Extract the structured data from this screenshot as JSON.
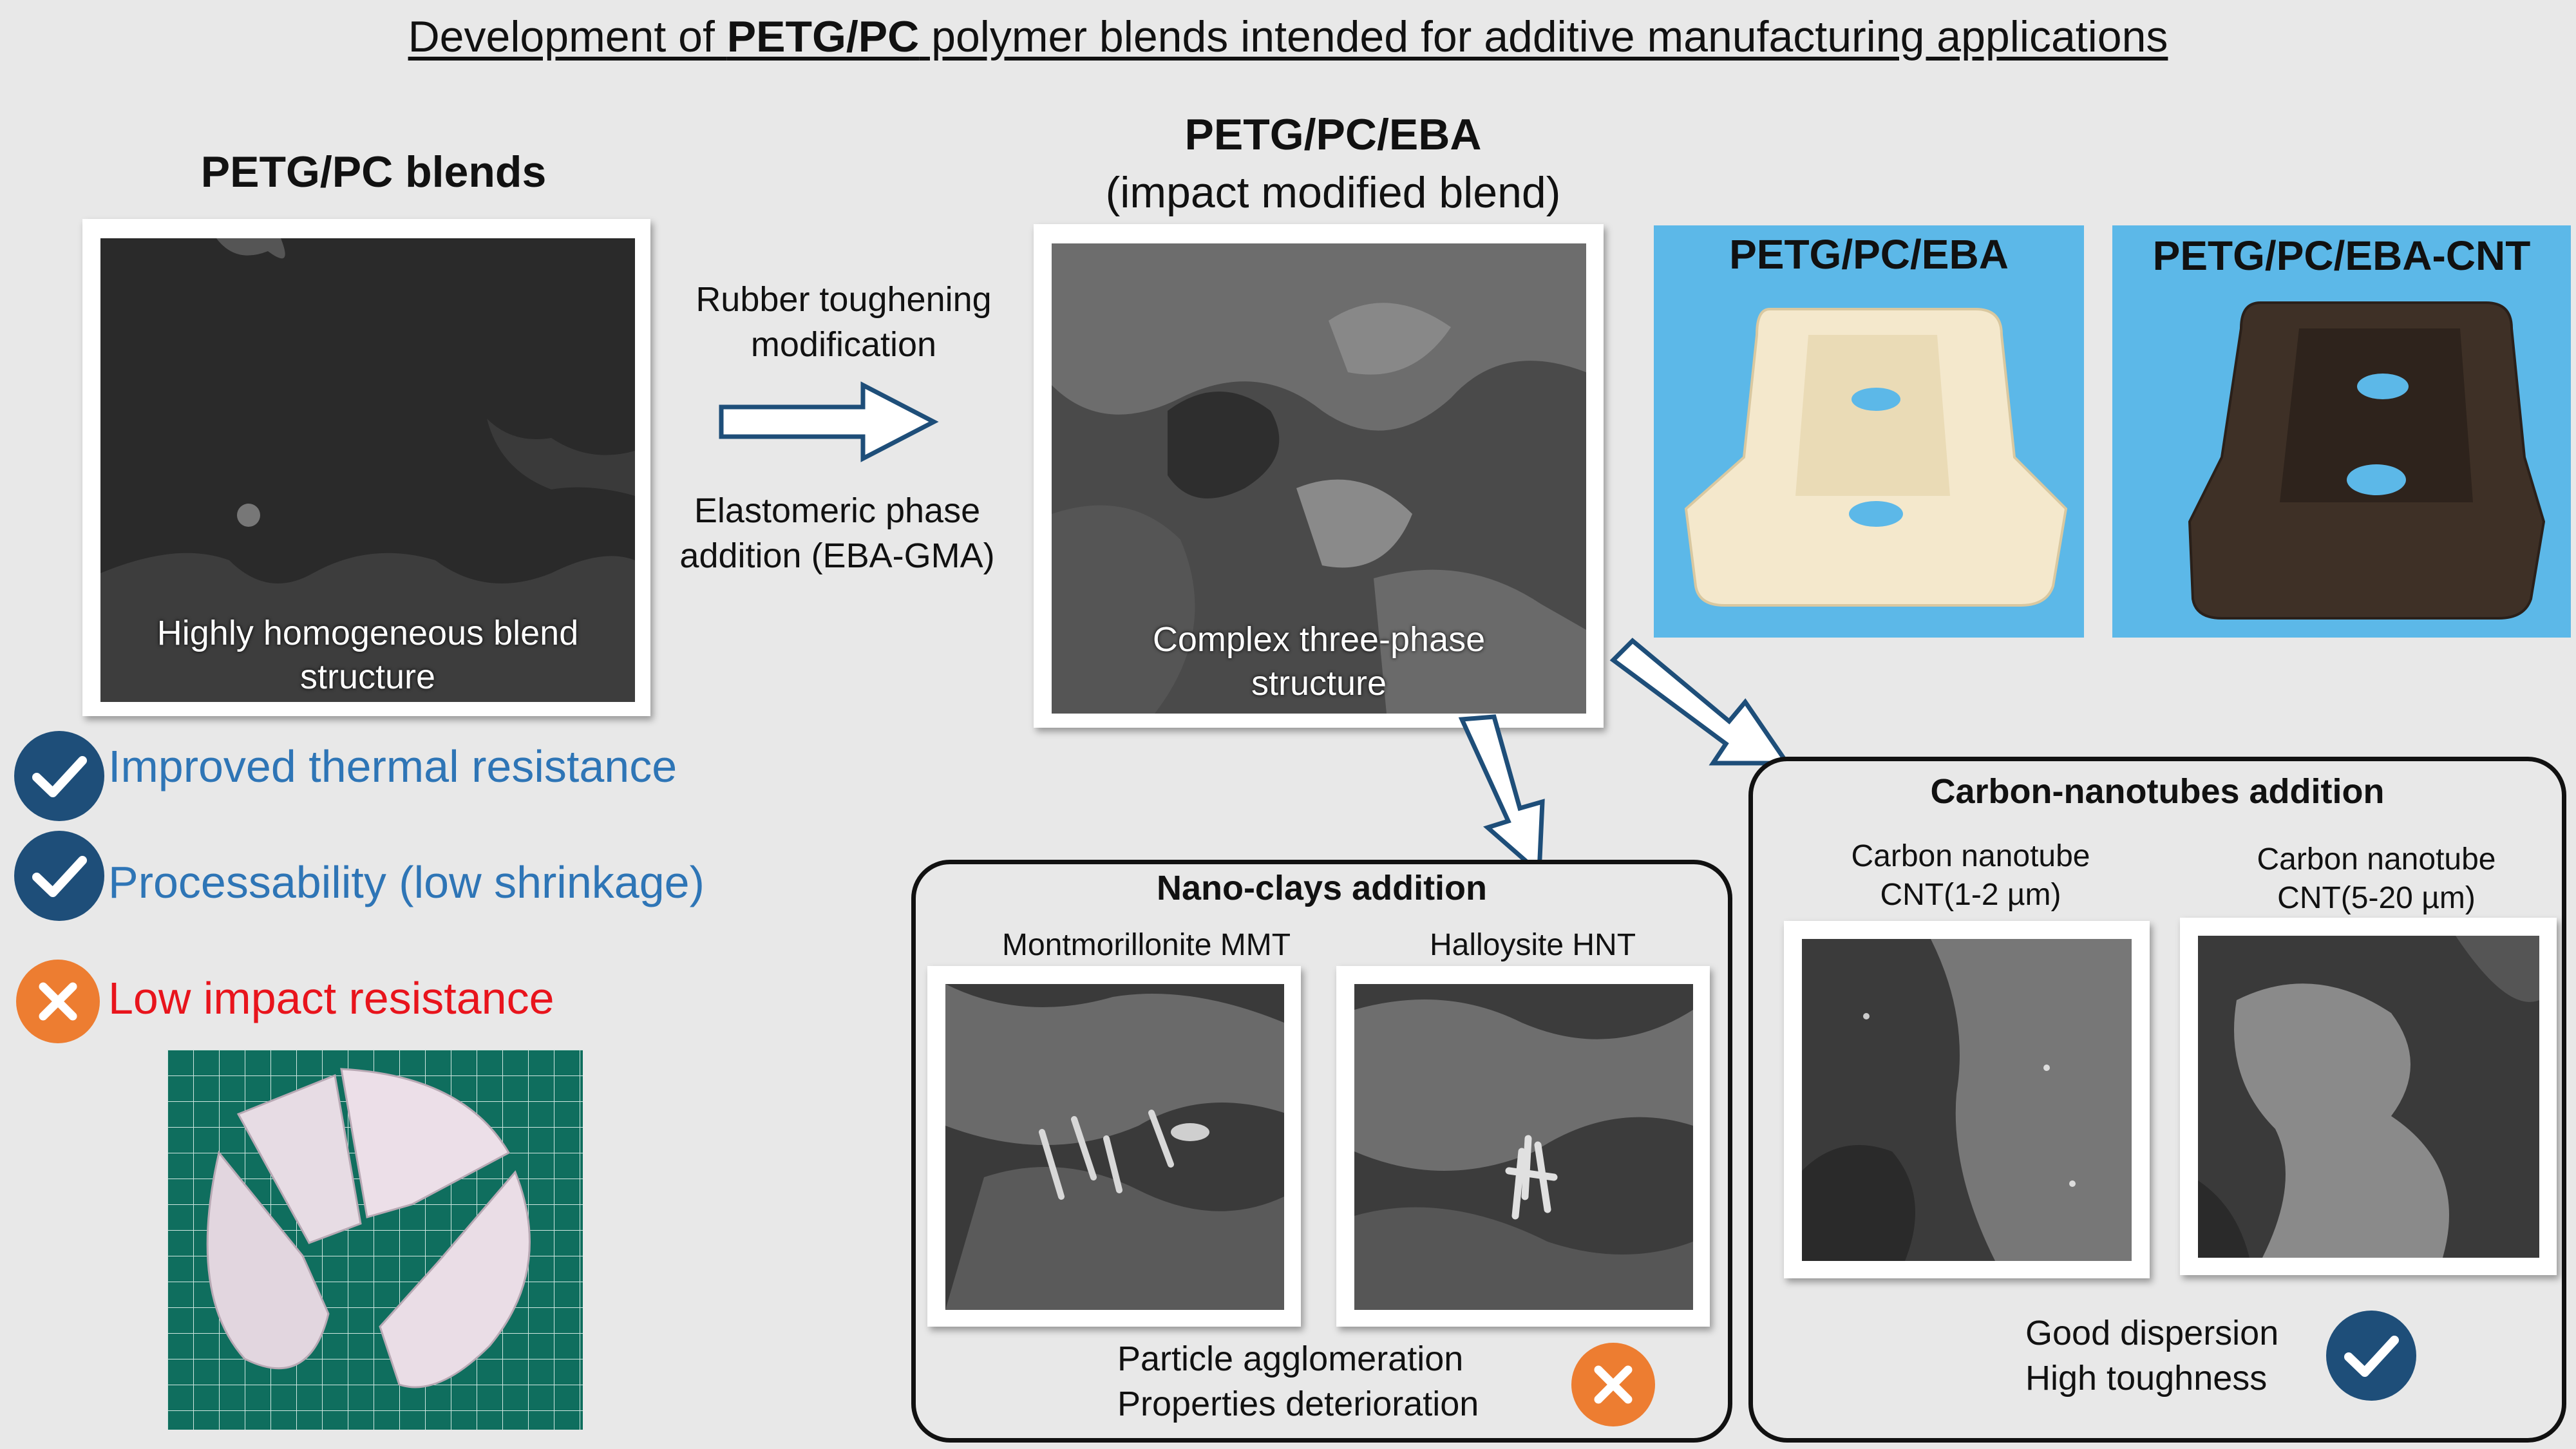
{
  "title": {
    "prefix": "Development of ",
    "bold": "PETG/PC",
    "suffix": " polymer blends intended for additive manufacturing applications"
  },
  "left": {
    "heading": "PETG/PC blends",
    "sem_caption_line1": "Highly homogeneous blend",
    "sem_caption_line2": "structure",
    "pros": [
      "Improved thermal resistance",
      "Processability (low shrinkage)"
    ],
    "cons": [
      "Low impact resistance"
    ]
  },
  "arrow_text": {
    "top_line1": "Rubber toughening",
    "top_line2": "modification",
    "bottom_line1": "Elastomeric phase",
    "bottom_line2": "addition (EBA-GMA)"
  },
  "middle": {
    "heading": "PETG/PC/EBA",
    "subheading": "(impact modified blend)",
    "sem_caption_line1": "Complex three-phase",
    "sem_caption_line2": "structure"
  },
  "photos": {
    "left_label": "PETG/PC/EBA",
    "right_label": "PETG/PC/EBA-CNT"
  },
  "nanoclays": {
    "heading": "Nano-clays addition",
    "mmt_label": "Montmorillonite MMT",
    "hnt_label": "Halloysite HNT",
    "result_line1": "Particle agglomeration",
    "result_line2": "Properties deterioration"
  },
  "cnt": {
    "heading": "Carbon-nanotubes addition",
    "a_line1": "Carbon nanotube",
    "a_line2": "CNT(1-2 µm)",
    "b_line1": "Carbon nanotube",
    "b_line2": "CNT(5-20 µm)",
    "result_line1": "Good dispersion",
    "result_line2": "High toughness"
  },
  "colors": {
    "check": "#1e4e79",
    "cross": "#ed7d31",
    "positive_text": "#2e75b6",
    "negative_text": "#e8141c",
    "photo_background": "#5cb8e8"
  },
  "icons": [
    "check-icon",
    "cross-icon",
    "arrow-right-icon",
    "arrow-down-icon"
  ]
}
